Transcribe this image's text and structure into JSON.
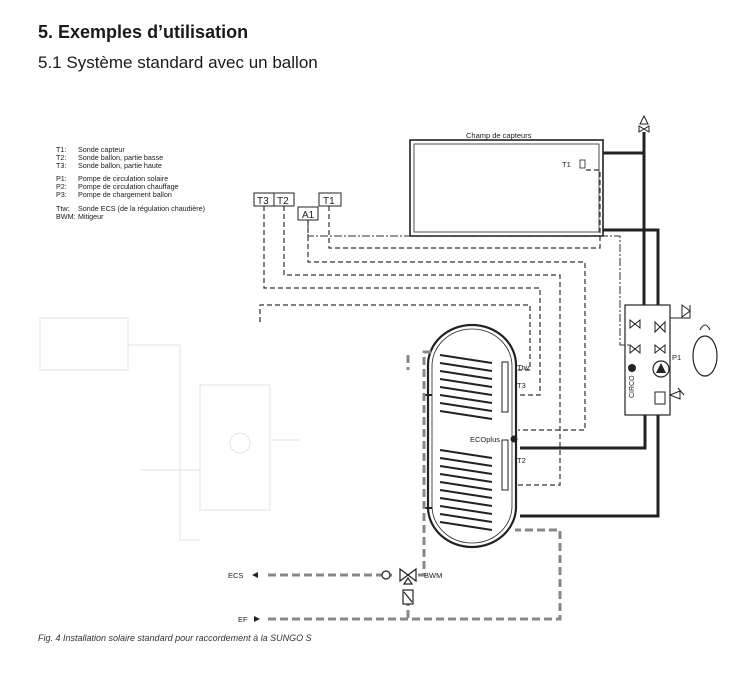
{
  "heading": "5. Exemples d’utilisation",
  "subheading": "5.1 Système standard avec un ballon",
  "legend": {
    "groups": [
      [
        {
          "key": "T1:",
          "text": "Sonde capteur"
        },
        {
          "key": "T2:",
          "text": "Sonde ballon, partie basse"
        },
        {
          "key": "T3:",
          "text": "Sonde ballon, partie haute"
        }
      ],
      [
        {
          "key": "P1:",
          "text": "Pompe de circulation solaire"
        },
        {
          "key": "P2:",
          "text": "Pompe de circulation chauffage"
        },
        {
          "key": "P3:",
          "text": "Pompe de chargement ballon"
        }
      ],
      [
        {
          "key": "Ttw:",
          "text": "Sonde ECS (de la régulation chaudière)"
        },
        {
          "key": "BWM:",
          "text": "Mitigeur"
        }
      ]
    ]
  },
  "diagram": {
    "collector_label": "Champ de capteurs",
    "t1_label": "T1",
    "sensor_boxes": [
      "T3",
      "T2",
      "T1"
    ],
    "a1_label": "A1",
    "ttw_label": "Ttw",
    "t3_label": "T3",
    "t2_label": "T2",
    "ecoplus_label": "ECOplus",
    "circo_label": "CIRCO",
    "p1_label": "P1",
    "bwm_label": "BWM",
    "ecs_label": "ECS",
    "ef_label": "EF"
  },
  "caption": "Fig. 4  Installation solaire standard pour raccordement à la SUNGO S"
}
